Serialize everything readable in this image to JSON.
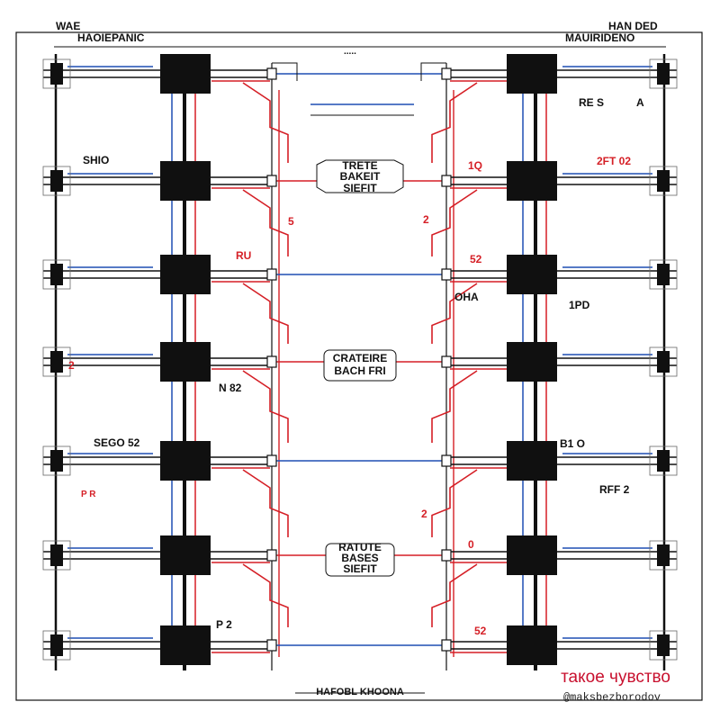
{
  "header": {
    "left_top": "WAE",
    "left_sub": "HAOIEPANIC",
    "right_top": "HAN DED",
    "right_sub": "MAUIRIDENO",
    "center_mark": "....."
  },
  "center_labels": [
    {
      "lines": [
        "TRETE",
        "BAKEIT",
        "SIEFIT"
      ]
    },
    {
      "lines": [
        "CRATEIRE",
        "BACH FRI"
      ]
    },
    {
      "lines": [
        "RATUTE",
        "BASES",
        "SIEFIT"
      ]
    }
  ],
  "side_labels": [
    "RE S",
    "A",
    "SHIO",
    "1Q",
    "2FT 02",
    "5",
    "2",
    "RU",
    "52",
    "OHA",
    "1PD",
    "2",
    "N 82",
    "SEGO 52",
    "B1 O",
    "RFF 2",
    "2",
    "0",
    "P 2",
    "52",
    "P  R"
  ],
  "footer": {
    "label": "HAFOBL KHOONA"
  },
  "watermark": {
    "title": "такое чувство",
    "handle": "@maksbezborodov"
  },
  "colors": {
    "red": "#d51f26",
    "blue": "#1f4fb4",
    "black": "#101010"
  }
}
